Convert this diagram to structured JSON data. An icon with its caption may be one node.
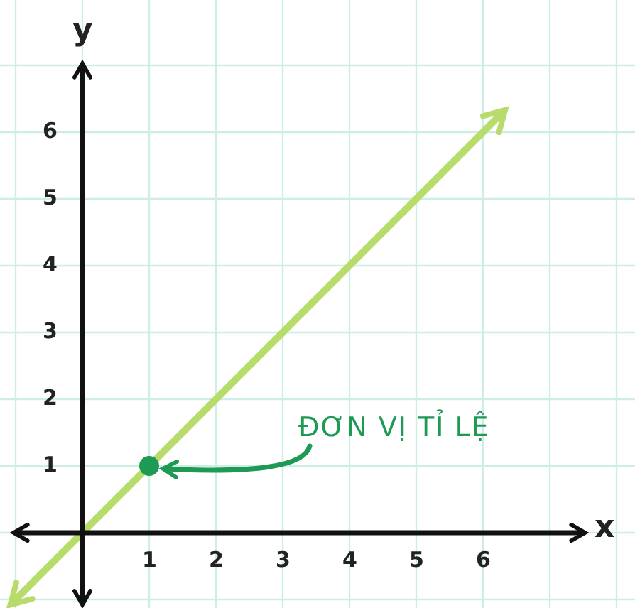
{
  "diagram": {
    "nodes": [
      {
        "text": [
          "ĐƠN VỊ TỈ LỆ"
        ]
      },
      {
        "text": [],
        "shape": "circle"
      }
    ],
    "edges": [
      {
        "from": 0,
        "to": 1,
        "arrow": "to"
      }
    ],
    "chart_data": {
      "type": "line",
      "xlabel": "x",
      "ylabel": "y",
      "x": [
        -1.05,
        6.3
      ],
      "series": [
        {
          "color": "#b8dc6c",
          "values": [
            -1.05,
            6.3
          ]
        }
      ],
      "xlim": [
        -1.2,
        7.5
      ],
      "ylim": [
        -1.05,
        7
      ],
      "grid": true,
      "xticks": [
        1,
        2,
        3,
        4,
        5,
        6
      ],
      "yticks": [
        1,
        2,
        3,
        4,
        5,
        6
      ]
    }
  }
}
